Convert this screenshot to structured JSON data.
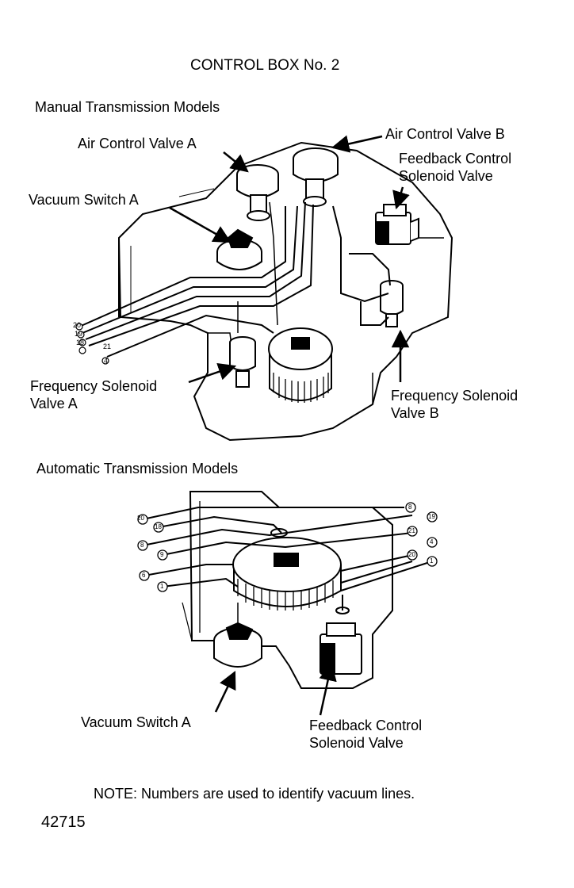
{
  "title": "CONTROL BOX No. 2",
  "manual": {
    "heading": "Manual Transmission Models",
    "labels": {
      "air_control_valve_a": "Air Control Valve A",
      "air_control_valve_b": "Air Control Valve B",
      "feedback_line1": "Feedback Control",
      "feedback_line2": "Solenoid Valve",
      "vacuum_switch_a": "Vacuum Switch A",
      "freq_a_line1": "Frequency Solenoid",
      "freq_a_line2": "Valve A",
      "freq_b_line1": "Frequency Solenoid",
      "freq_b_line2": "Valve B"
    },
    "line_numbers": [
      "20",
      "19",
      "18",
      "21",
      "4"
    ]
  },
  "automatic": {
    "heading": "Automatic Transmission Models",
    "labels": {
      "vacuum_switch_a": "Vacuum Switch A",
      "feedback_line1": "Feedback Control",
      "feedback_line2": "Solenoid Valve"
    },
    "left_numbers": [
      "20",
      "18",
      "8",
      "9",
      "6",
      "1"
    ],
    "right_numbers": [
      "8",
      "19",
      "21",
      "4",
      "20",
      "1"
    ]
  },
  "note": "NOTE: Numbers are used to identify vacuum lines.",
  "figure_id": "42715"
}
